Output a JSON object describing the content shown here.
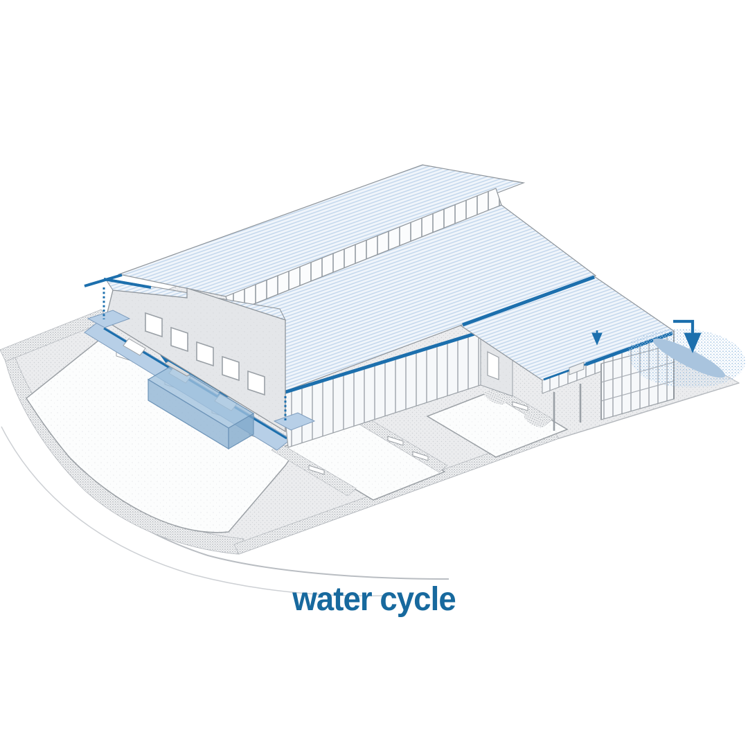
{
  "caption": {
    "text": "water cycle"
  },
  "palette": {
    "accent_blue": "#1c6fad",
    "caption_blue": "#17699e",
    "roof_stripe": "#c3d7ec",
    "roof_base": "#f0f5fb",
    "wall_grey": "#e4e6e9",
    "glazing_white": "#f6f8fa",
    "water_channel": "#b7cfe7",
    "pond_blue": "#a9c4de",
    "ground_grey": "#ebecee",
    "outline_grey": "#8f959b"
  },
  "legend": {
    "drawing_type": "axonometric site diagram of an industrial building",
    "flow_elements": [
      "roof gutters",
      "downspouts",
      "collection channel",
      "underground tank",
      "infiltration pond"
    ]
  }
}
